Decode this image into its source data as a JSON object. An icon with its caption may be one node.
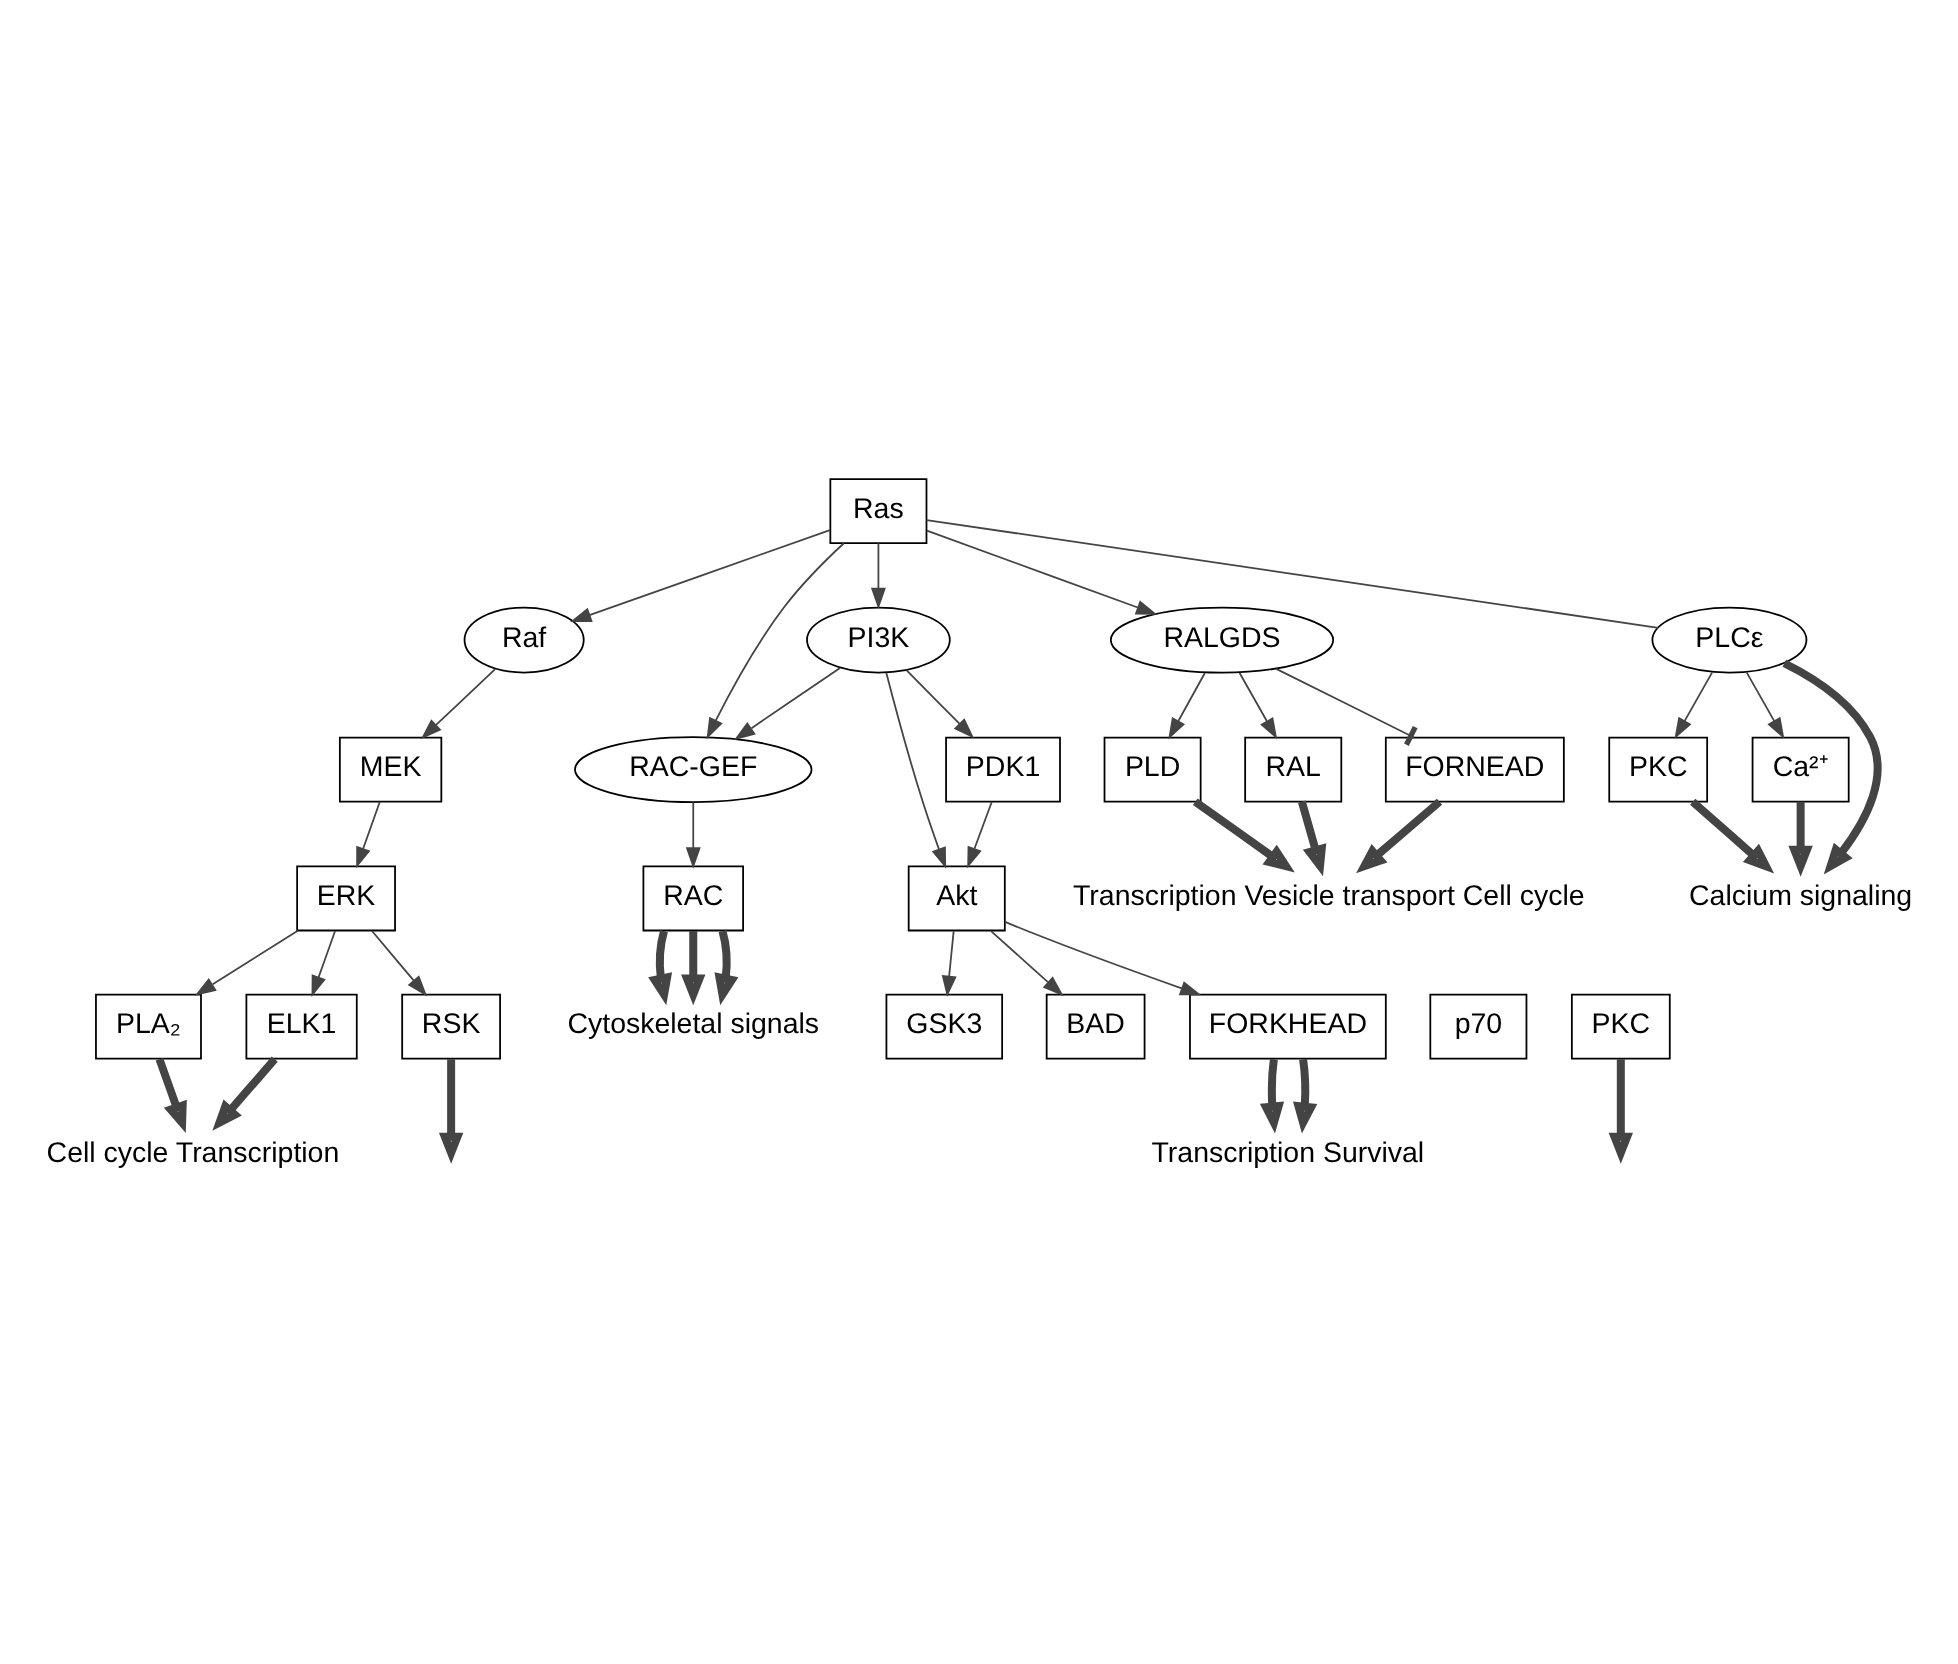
{
  "diagram": {
    "nodes": [
      {
        "text": [
          "Ras"
        ]
      },
      {
        "text": [
          "Raf"
        ]
      },
      {
        "text": [
          "PI3K"
        ]
      },
      {
        "text": [
          "RAC-GEF"
        ]
      },
      {
        "text": [
          "MEK"
        ]
      },
      {
        "text": [
          "Akt"
        ]
      },
      {
        "text": [
          "PDK1"
        ]
      },
      {
        "text": [
          "RAC"
        ]
      },
      {
        "text": [
          "ERK"
        ]
      },
      {
        "text": [
          "GSK3"
        ]
      },
      {
        "text": [
          "BAD"
        ]
      },
      {
        "text": [
          "p70"
        ]
      },
      {
        "text": [
          "PKC"
        ]
      },
      {
        "text": [
          "PLA₂"
        ]
      },
      {
        "text": [
          "ELK1"
        ]
      },
      {
        "text": [
          "RSK"
        ]
      },
      {
        "text": [
          "FORKHEAD"
        ]
      },
      {
        "text": [
          "RALGDS"
        ]
      },
      {
        "text": [
          "PLCε"
        ]
      },
      {
        "text": [
          "PLD"
        ]
      },
      {
        "text": [
          "RAL"
        ]
      },
      {
        "text": [
          "FORNEAD"
        ]
      },
      {
        "text": [
          "PKC"
        ]
      },
      {
        "text": [
          "Ca²⁺"
        ]
      },
      {
        "text": [
          "Cell cycle Transcription"
        ]
      },
      {
        "text": [
          "Transcription Survival"
        ]
      },
      {
        "text": [
          "Cytoskeletal signals"
        ]
      },
      {
        "text": [
          "Transcription Vesicle transport Cell cycle"
        ]
      },
      {
        "text": [
          "Calcium signaling"
        ]
      }
    ],
    "edges": [
      {
        "from": 0,
        "to": 1,
        "arrow": "to"
      },
      {
        "from": 0,
        "to": 2,
        "arrow": "to"
      },
      {
        "from": 0,
        "to": 3,
        "arrow": "to"
      },
      {
        "from": 0,
        "to": 17,
        "arrow": "to"
      },
      {
        "from": 0,
        "to": 18,
        "arrow": "none"
      },
      {
        "from": 1,
        "to": 4,
        "arrow": "to"
      },
      {
        "from": 4,
        "to": 8,
        "arrow": "to"
      },
      {
        "from": 8,
        "to": 13,
        "arrow": "to"
      },
      {
        "from": 8,
        "to": 14,
        "arrow": "to"
      },
      {
        "from": 8,
        "to": 15,
        "arrow": "to"
      },
      {
        "from": 2,
        "to": 3,
        "arrow": "to"
      },
      {
        "from": 2,
        "to": 5,
        "arrow": "to"
      },
      {
        "from": 2,
        "to": 6,
        "arrow": "to"
      },
      {
        "from": 6,
        "to": 5,
        "arrow": "to"
      },
      {
        "from": 5,
        "to": 9,
        "arrow": "to"
      },
      {
        "from": 5,
        "to": 10,
        "arrow": "to"
      },
      {
        "from": 5,
        "to": 16,
        "arrow": "to"
      },
      {
        "from": 3,
        "to": 7,
        "arrow": "to"
      },
      {
        "from": 17,
        "to": 19,
        "arrow": "to"
      },
      {
        "from": 17,
        "to": 20,
        "arrow": "to"
      },
      {
        "from": 17,
        "to": 21,
        "arrow": "other"
      },
      {
        "from": 18,
        "to": 22,
        "arrow": "to"
      },
      {
        "from": 18,
        "to": 23,
        "arrow": "to"
      },
      {
        "from": 13,
        "to": 24,
        "arrow": "to",
        "style": "thick"
      },
      {
        "from": 14,
        "to": 24,
        "arrow": "to",
        "style": "thick"
      },
      {
        "from": 15,
        "to": null,
        "arrow": "to",
        "style": "thick"
      },
      {
        "from": 16,
        "to": 25,
        "arrow": "to",
        "style": "thick"
      },
      {
        "from": 16,
        "to": 25,
        "arrow": "to",
        "style": "thick"
      },
      {
        "from": 12,
        "to": null,
        "arrow": "to",
        "style": "thick"
      },
      {
        "from": 7,
        "to": 26,
        "arrow": "to",
        "style": "thick"
      },
      {
        "from": 7,
        "to": 26,
        "arrow": "to",
        "style": "thick"
      },
      {
        "from": 7,
        "to": 26,
        "arrow": "to",
        "style": "thick"
      },
      {
        "from": 19,
        "to": 27,
        "arrow": "to",
        "style": "thick"
      },
      {
        "from": 20,
        "to": 27,
        "arrow": "to",
        "style": "thick"
      },
      {
        "from": 21,
        "to": 27,
        "arrow": "to",
        "style": "thick"
      },
      {
        "from": 22,
        "to": 28,
        "arrow": "to",
        "style": "thick"
      },
      {
        "from": 18,
        "to": 28,
        "arrow": "to",
        "style": "thick"
      },
      {
        "from": 23,
        "to": 28,
        "arrow": "to",
        "style": "thick"
      }
    ]
  }
}
